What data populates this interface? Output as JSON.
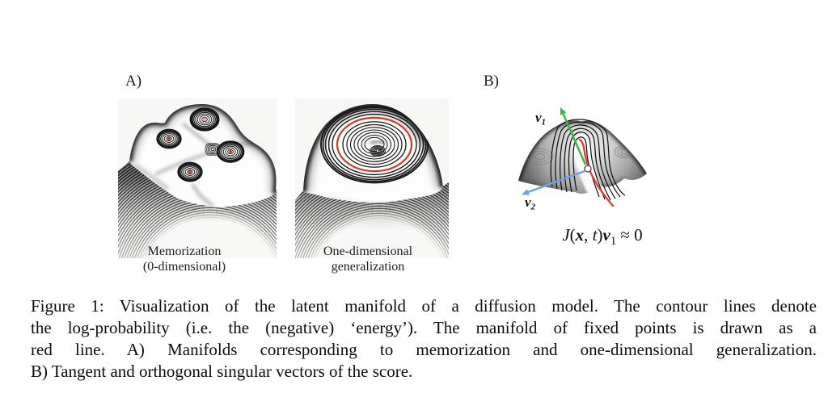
{
  "figure": {
    "panel_a_label": "A)",
    "panel_b_label": "B)",
    "plot_left": {
      "caption_lines": [
        "Memorization",
        "(0-dimensional)"
      ]
    },
    "plot_right": {
      "caption_lines": [
        "One-dimensional",
        "generalization"
      ]
    },
    "vectors": {
      "v1_main": "v",
      "v1_sub": "1",
      "v2_main": "v",
      "v2_sub": "2"
    },
    "formula": {
      "j": "J",
      "lparen": "(",
      "x": "x",
      "comma": ", ",
      "t": "t",
      "rparen": ")",
      "v": "v",
      "v_sub": "1",
      "approx": " ≈ 0"
    }
  },
  "caption": {
    "lines": [
      "Figure 1: Visualization of the latent manifold of a diffusion model. The contour lines denote",
      "the log-probability (i.e. the (negative) ‘energy’). The manifold of fixed points is drawn as a",
      "red line. A) Manifolds corresponding to memorization and one-dimensional generalization.",
      "B) Tangent and orthogonal singular vectors of the score."
    ]
  },
  "colors": {
    "tangent_vector_green": "#3db54a",
    "orthogonal_vector_blue": "#6ea0e8",
    "manifold_red": "#e2382d",
    "panel_background": "#f7f7f6"
  }
}
